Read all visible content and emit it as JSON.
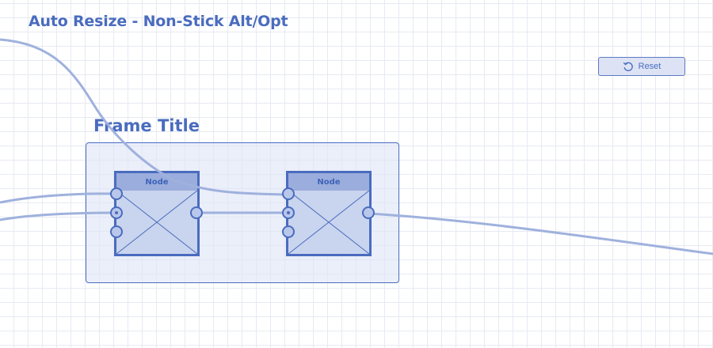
{
  "page": {
    "title": "Auto Resize - Non-Stick Alt/Opt"
  },
  "toolbar": {
    "reset_label": "Reset",
    "reset_icon": "refresh-icon"
  },
  "frame": {
    "title": "Frame Title"
  },
  "nodes": [
    {
      "id": "node-1",
      "title": "Node",
      "inputs": 3,
      "outputs": 1
    },
    {
      "id": "node-2",
      "title": "Node",
      "inputs": 3,
      "outputs": 1
    }
  ],
  "colors": {
    "accent": "#4a6cbf",
    "wire": "#9fb1dd",
    "node_fill": "#c9d4ee",
    "node_header": "#9aaddc",
    "frame_fill": "#e4e9f7",
    "grid": "#e6eaf2"
  }
}
